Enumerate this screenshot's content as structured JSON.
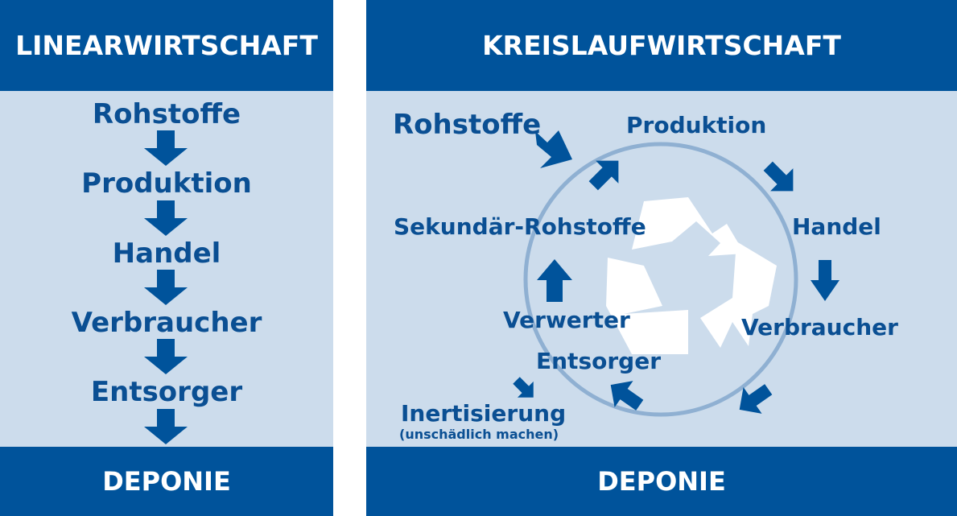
{
  "linear": {
    "title": "LINEARWIRTSCHAFT",
    "steps": [
      "Rohstoffe",
      "Produktion",
      "Handel",
      "Verbraucher",
      "Entsorger"
    ],
    "footer": "DEPONIE"
  },
  "circular": {
    "title": "KREISLAUFWIRTSCHAFT",
    "rohstoffe": "Rohstoffe",
    "produktion": "Produktion",
    "handel": "Handel",
    "verbraucher": "Verbraucher",
    "entsorger": "Entsorger",
    "verwerter": "Verwerter",
    "sekundaer": "Sekundär-Rohstoffe",
    "inertisierung": "Inertisierung",
    "inertisierung_note": "(unschädlich machen)",
    "footer": "DEPONIE"
  },
  "colors": {
    "dark_blue": "#00539b",
    "light_blue": "#ccdcec",
    "text_blue": "#0a4f93",
    "ring": "#8fb0d2"
  },
  "icons": [
    "down-arrow-icon",
    "cycle-arrow-icon",
    "recycle-symbol-icon"
  ]
}
